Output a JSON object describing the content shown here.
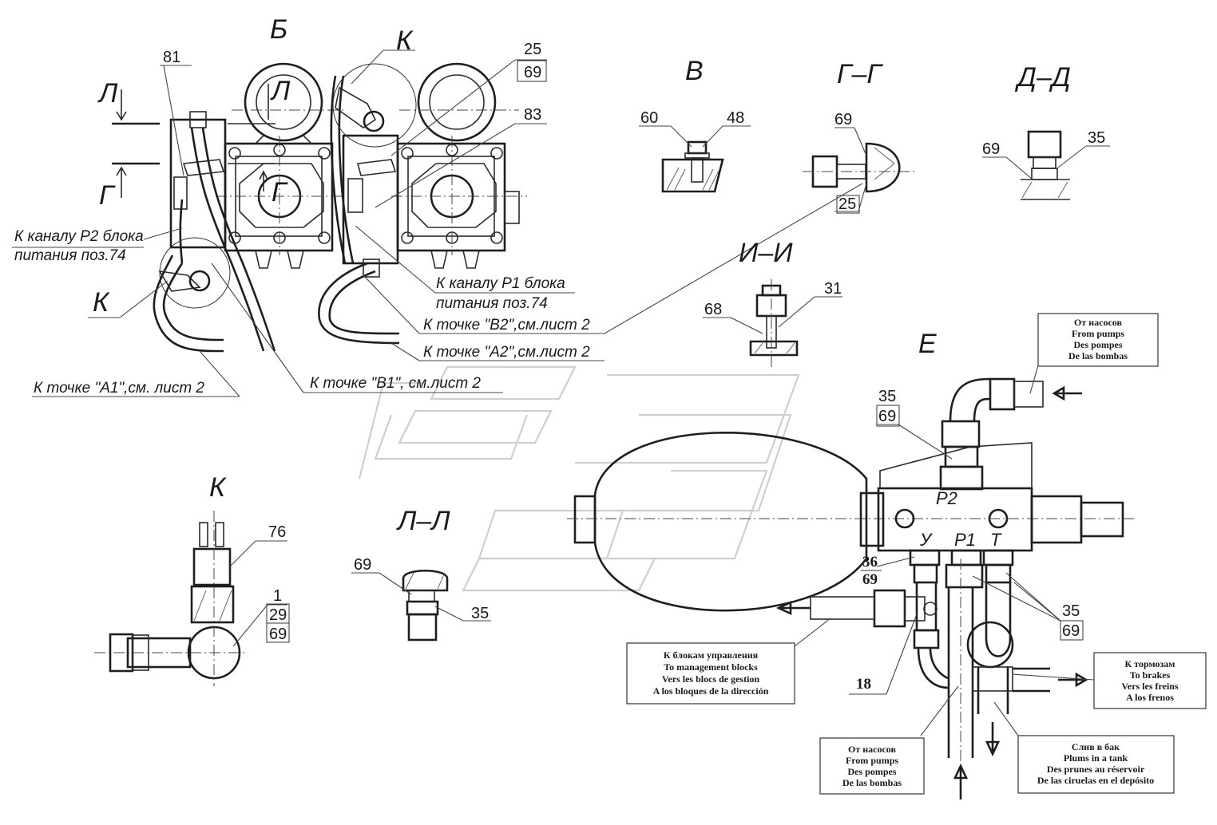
{
  "views": {
    "b": "Б",
    "k_top": "К",
    "v": "В",
    "g_g": "Г–Г",
    "d_d": "Д–Д",
    "i_i": "И–И",
    "e": "Е",
    "k_detail": "К",
    "l_l": "Л–Л",
    "l_mark": "Л",
    "g_mark": "Г",
    "l_mark_small": "Л",
    "g_mark_small": "Г",
    "k_circle": "К"
  },
  "callouts": {
    "c81": "81",
    "c25": "25",
    "c69_top": "69",
    "c83": "83",
    "c60": "60",
    "c48": "48",
    "c69_gg": "69",
    "c25_gg": "25",
    "c69_dd": "69",
    "c35_dd": "35",
    "c68": "68",
    "c31": "31",
    "c76": "76",
    "c1": "1",
    "c29": "29",
    "c69_k": "69",
    "c69_ll": "69",
    "c35_ll": "35",
    "c35_e": "35",
    "c69_e": "69",
    "c36": "36",
    "c69_e2": "69",
    "c35_e2": "35",
    "c69_e3": "69",
    "c18": "18"
  },
  "notes": {
    "p2_line1": "К каналу Р2 блока",
    "p2_line2": "питания поз.74",
    "p1_line1": "К каналу Р1 блока",
    "p1_line2": "питания поз.74",
    "b2": "К точке \"В2\",см.лист 2",
    "a2": "К точке \"А2\",см.лист 2",
    "b1": "К точке \"В1\", см.лист 2",
    "a1": "К точке \"А1\",см. лист 2"
  },
  "ports": {
    "p2": "Р2",
    "u": "У",
    "p1": "Р1",
    "t": "Т"
  },
  "boxes": {
    "from_pumps_top": [
      "От насосов",
      "From pumps",
      "Des pompes",
      "De las bombas"
    ],
    "to_management": [
      "К блокам управления",
      "To management blocks",
      "Vers les blocs de gestion",
      "A los bloques de la dirección"
    ],
    "to_brakes": [
      "К тормозам",
      "To brakes",
      "Vers les freins",
      "A los frenos"
    ],
    "from_pumps_bottom": [
      "От насосов",
      "From pumps",
      "Des pompes",
      "De las bombas"
    ],
    "drain": [
      "Слив в бак",
      "Plums in a tank",
      "Des prunes au réservoir",
      "De las ciruelas en el depósito"
    ]
  }
}
